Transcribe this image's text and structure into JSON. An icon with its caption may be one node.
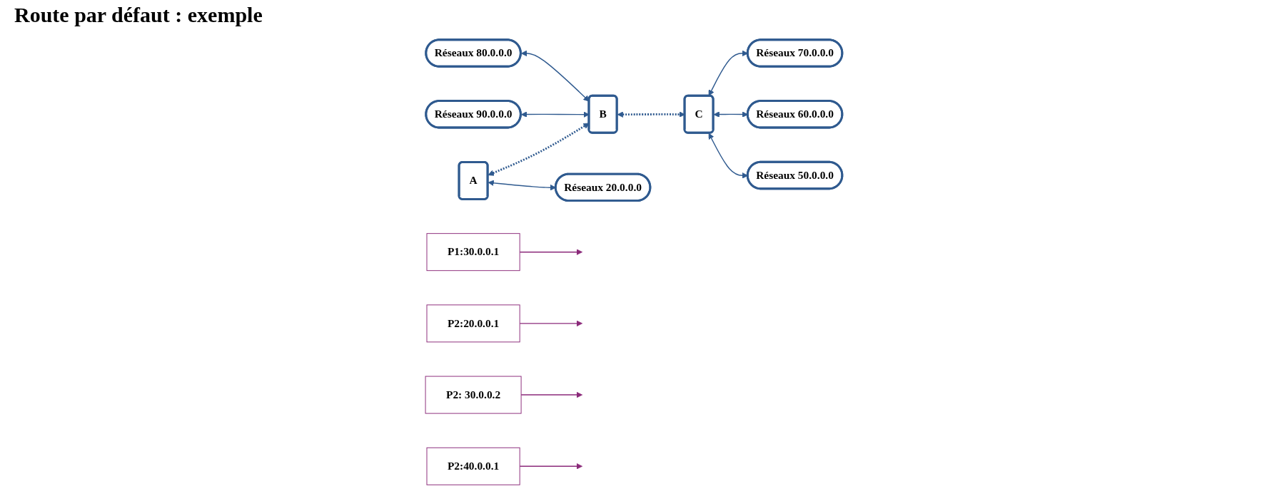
{
  "diagram": {
    "title": "Route par défaut : exemple",
    "nodes": [
      {
        "text": [
          "Réseaux 80.0.0.0"
        ]
      },
      {
        "text": [
          "Réseaux 90.0.0.0"
        ]
      },
      {
        "text": [
          "Réseaux 70.0.0.0"
        ]
      },
      {
        "text": [
          "P1:30.0.0.1"
        ]
      },
      {
        "text": [
          "B"
        ]
      },
      {
        "text": [
          "Réseaux 60.0.0.0"
        ]
      },
      {
        "text": [
          "P2:20.0.0.1"
        ]
      },
      {
        "text": [
          "A"
        ]
      },
      {
        "text": [
          "C"
        ]
      },
      {
        "text": [
          "Réseaux 20.0.0.0"
        ]
      },
      {
        "text": [
          "P2: 30.0.0.2"
        ]
      },
      {
        "text": [
          "P2:40.0.0.1"
        ]
      },
      {
        "text": [
          "Réseaux 50.0.0.0"
        ]
      }
    ],
    "edges": [
      {
        "from": 0,
        "to": 4,
        "arrow": "both"
      },
      {
        "from": 1,
        "to": 4,
        "arrow": "both"
      },
      {
        "from": 7,
        "to": 4,
        "arrow": "both",
        "style": "dashed"
      },
      {
        "from": 4,
        "to": 8,
        "arrow": "both",
        "style": "dashed"
      },
      {
        "from": 8,
        "to": 2,
        "arrow": "both"
      },
      {
        "from": 8,
        "to": 5,
        "arrow": "both"
      },
      {
        "from": 8,
        "to": 12,
        "arrow": "both"
      },
      {
        "from": 7,
        "to": 9,
        "arrow": "both"
      },
      {
        "from": 3,
        "to": null,
        "arrow": "to",
        "color": "#8b2a7a"
      },
      {
        "from": 6,
        "to": null,
        "arrow": "to",
        "color": "#8b2a7a"
      },
      {
        "from": 10,
        "to": null,
        "arrow": "to",
        "color": "#8b2a7a"
      },
      {
        "from": 11,
        "to": null,
        "arrow": "to",
        "color": "#8b2a7a"
      }
    ]
  }
}
